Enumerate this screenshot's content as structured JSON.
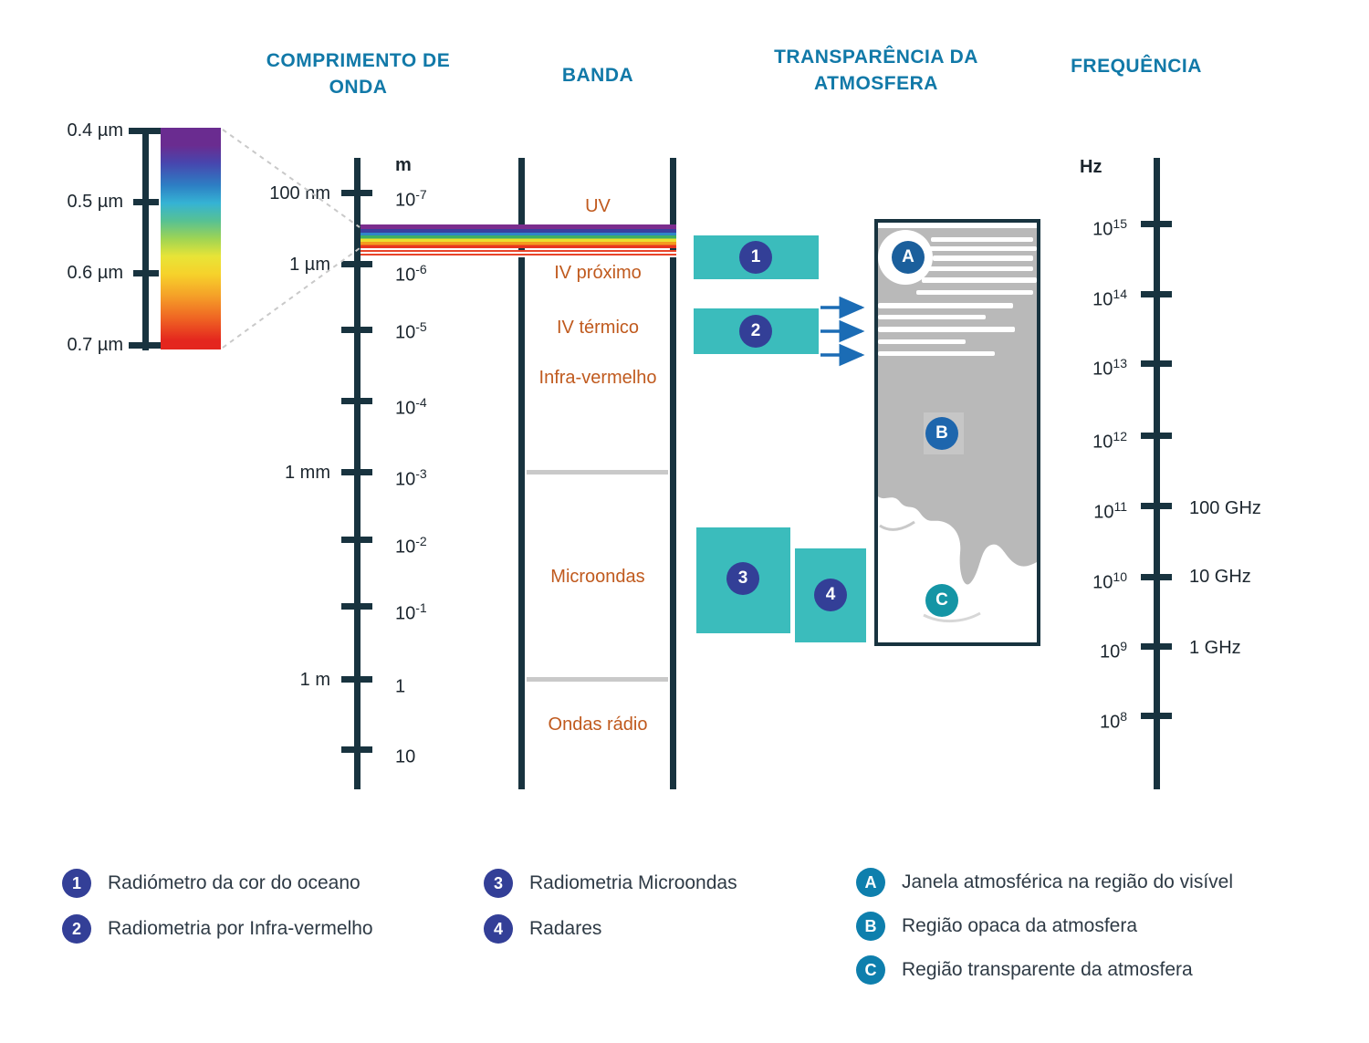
{
  "headers": {
    "wavelength": "COMPRIMENTO DE ONDA",
    "band": "BANDA",
    "transparency": "TRANSPARÊNCIA DA ATMOSFERA",
    "frequency": "FREQUÊNCIA"
  },
  "visible_spectrum": {
    "ticks": [
      {
        "label": "0.4 µm"
      },
      {
        "label": "0.5 µm"
      },
      {
        "label": "0.6 µm"
      },
      {
        "label": "0.7 µm"
      }
    ]
  },
  "wavelength_axis": {
    "unit": "m",
    "side_labels": [
      {
        "label": "100 nm"
      },
      {
        "label": "1 µm"
      },
      {
        "label": "1 mm"
      },
      {
        "label": "1 m"
      }
    ],
    "scale": [
      {
        "base": "10",
        "exp": "-7"
      },
      {
        "base": "10",
        "exp": "-6"
      },
      {
        "base": "10",
        "exp": "-5"
      },
      {
        "base": "10",
        "exp": "-4"
      },
      {
        "base": "10",
        "exp": "-3"
      },
      {
        "base": "10",
        "exp": "-2"
      },
      {
        "base": "10",
        "exp": "-1"
      },
      {
        "base": "1",
        "exp": ""
      },
      {
        "base": "10",
        "exp": ""
      }
    ]
  },
  "bands": [
    {
      "label": "UV"
    },
    {
      "label": "IV próximo"
    },
    {
      "label": "IV térmico"
    },
    {
      "label": "Infra-vermelho"
    },
    {
      "label": "Microondas"
    },
    {
      "label": "Ondas rádio"
    }
  ],
  "sensors": [
    {
      "id": "1"
    },
    {
      "id": "2"
    },
    {
      "id": "3"
    },
    {
      "id": "4"
    }
  ],
  "atmosphere_markers": [
    {
      "id": "A"
    },
    {
      "id": "B"
    },
    {
      "id": "C"
    }
  ],
  "frequency_axis": {
    "unit": "Hz",
    "scale": [
      {
        "base": "10",
        "exp": "15"
      },
      {
        "base": "10",
        "exp": "14"
      },
      {
        "base": "10",
        "exp": "13"
      },
      {
        "base": "10",
        "exp": "12"
      },
      {
        "base": "10",
        "exp": "11"
      },
      {
        "base": "10",
        "exp": "10"
      },
      {
        "base": "10",
        "exp": "9"
      },
      {
        "base": "10",
        "exp": "8"
      }
    ],
    "side_labels": [
      {
        "label": "100 GHz"
      },
      {
        "label": "10 GHz"
      },
      {
        "label": "1 GHz"
      }
    ]
  },
  "legend": [
    {
      "marker": "1",
      "text": "Radiómetro da cor do oceano"
    },
    {
      "marker": "2",
      "text": "Radiometria por Infra-vermelho"
    },
    {
      "marker": "3",
      "text": "Radiometria Microondas"
    },
    {
      "marker": "4",
      "text": "Radares"
    },
    {
      "marker": "A",
      "text": "Janela atmosférica na região do visível"
    },
    {
      "marker": "B",
      "text": "Região opaca da atmosfera"
    },
    {
      "marker": "C",
      "text": "Região transparente da atmosfera"
    }
  ],
  "colors": {
    "header": "#1179a8",
    "axis": "#18333f",
    "band_label": "#c05a1e",
    "sensor_box": "#3bbcbc",
    "sensor_badge": "#333f97",
    "atmosphere_badge": "#0e7fad",
    "opaque_region": "#b9b9b9"
  }
}
